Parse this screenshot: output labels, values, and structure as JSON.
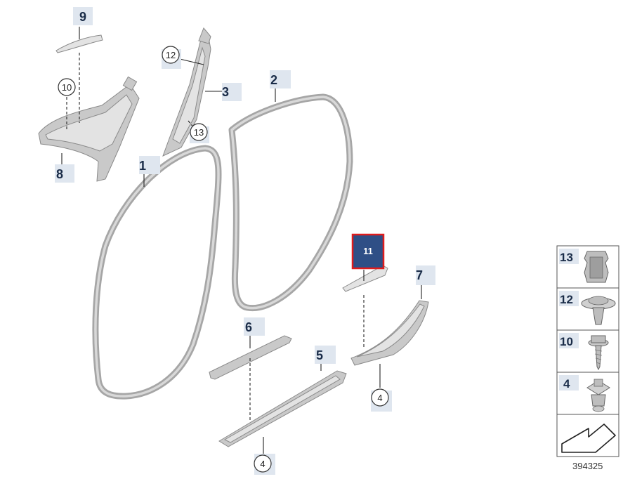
{
  "callouts": [
    {
      "label": "9",
      "style": "tag"
    },
    {
      "label": "10",
      "style": "circle"
    },
    {
      "label": "8",
      "style": "tag"
    },
    {
      "label": "12",
      "style": "circle"
    },
    {
      "label": "3",
      "style": "tag"
    },
    {
      "label": "13",
      "style": "circle"
    },
    {
      "label": "2",
      "style": "tag"
    },
    {
      "label": "1",
      "style": "tag"
    },
    {
      "label": "11",
      "style": "selected"
    },
    {
      "label": "7",
      "style": "tag"
    },
    {
      "label": "6",
      "style": "tag"
    },
    {
      "label": "5",
      "style": "tag"
    },
    {
      "label": "4",
      "style": "circle"
    },
    {
      "label": "4",
      "style": "circle"
    }
  ],
  "legend": [
    {
      "label": "13",
      "icon": "clip-icon"
    },
    {
      "label": "12",
      "icon": "expanding-rivet-icon"
    },
    {
      "label": "10",
      "icon": "screw-icon"
    },
    {
      "label": "4",
      "icon": "clip-nut-icon"
    }
  ],
  "legend_arrow_icon": "direction-arrow-icon",
  "diagram_ref": "394325",
  "colors": {
    "tag_background": "#dfe6ef",
    "label_text": "#1a2c48",
    "selected_fill": "#2f4f86",
    "selected_border": "#e01c1c"
  }
}
